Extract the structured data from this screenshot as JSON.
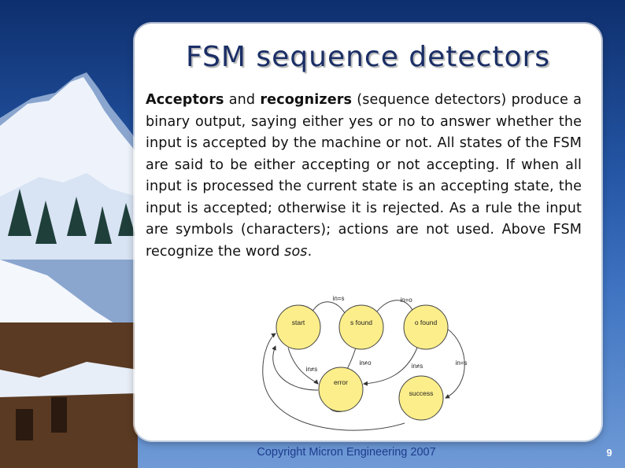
{
  "slide": {
    "title": "FSM sequence detectors",
    "body": {
      "p1": "Acceptors",
      "p2": " and ",
      "p3": "recognizers",
      "p4": " (sequence detectors) produce a binary output, saying either yes or no to answer whether the input is accepted by the machine or not. All states of the FSM are said to be either accepting or not accepting. If when all input is processed the current state is an accepting state, the input is accepted; otherwise it is rejected. As a rule the input are symbols (characters); actions are not used. Above FSM recognize the word ",
      "p5": "sos",
      "p6": "."
    },
    "footer": "Copyright Micron Engineering 2007",
    "page_number": "9"
  },
  "diagram": {
    "states": [
      "start",
      "s found",
      "o found",
      "error",
      "success"
    ],
    "transitions": [
      "in=s",
      "in=o",
      "in≠s",
      "in≠o",
      "in≠s",
      "in=s"
    ],
    "state_fill": "#fcee8a"
  },
  "colors": {
    "title": "#1b2f66",
    "footer": "#1f3c8c",
    "background_sky": "#2557a6"
  }
}
